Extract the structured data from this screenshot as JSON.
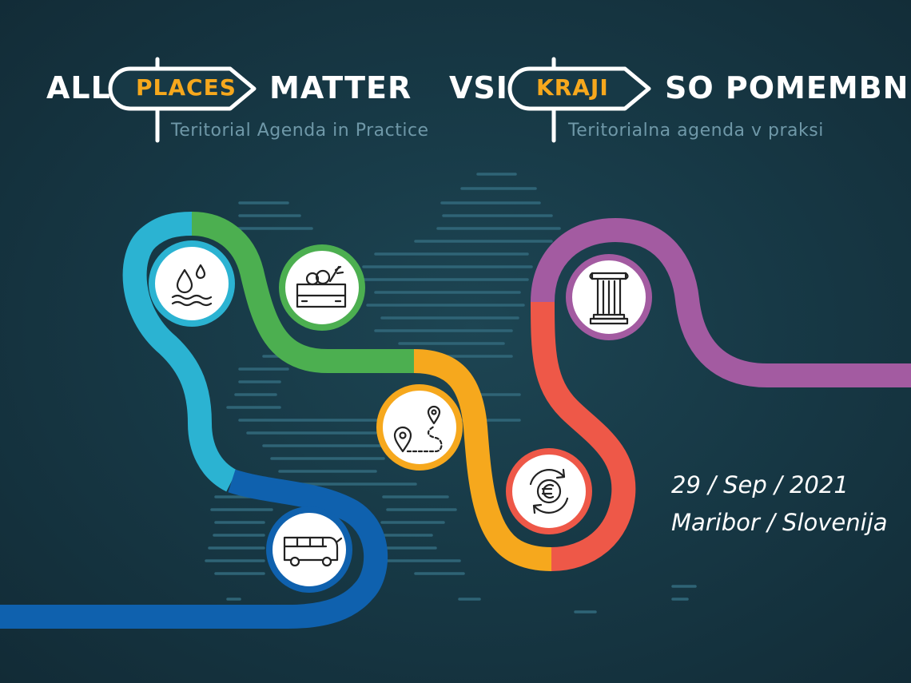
{
  "title_en": {
    "left": "ALL",
    "sign": "PLACES",
    "right": "MATTER",
    "subtitle": "Teritorial Agenda in Practice"
  },
  "title_sl": {
    "left": "VSI",
    "sign": "KRAJI",
    "right": "SO POMEMBNI",
    "subtitle": "Teritorialna agenda v praksi"
  },
  "event": {
    "date": "29 / Sep / 2021",
    "location": "Maribor / Slovenija"
  },
  "icons": [
    "water-drops-icon",
    "vegetable-crate-icon",
    "route-pins-icon",
    "euro-cycle-icon",
    "column-icon",
    "bus-icon"
  ],
  "colors": {
    "background": "#173946",
    "dash": "#2f6476",
    "cyan": "#2bb3d2",
    "green": "#4caf50",
    "yellow": "#f6a81d",
    "red": "#ee5848",
    "purple": "#a35ba1",
    "blue": "#0f61ae",
    "accent": "#f6a81d",
    "subtitle": "#6f98a8"
  }
}
